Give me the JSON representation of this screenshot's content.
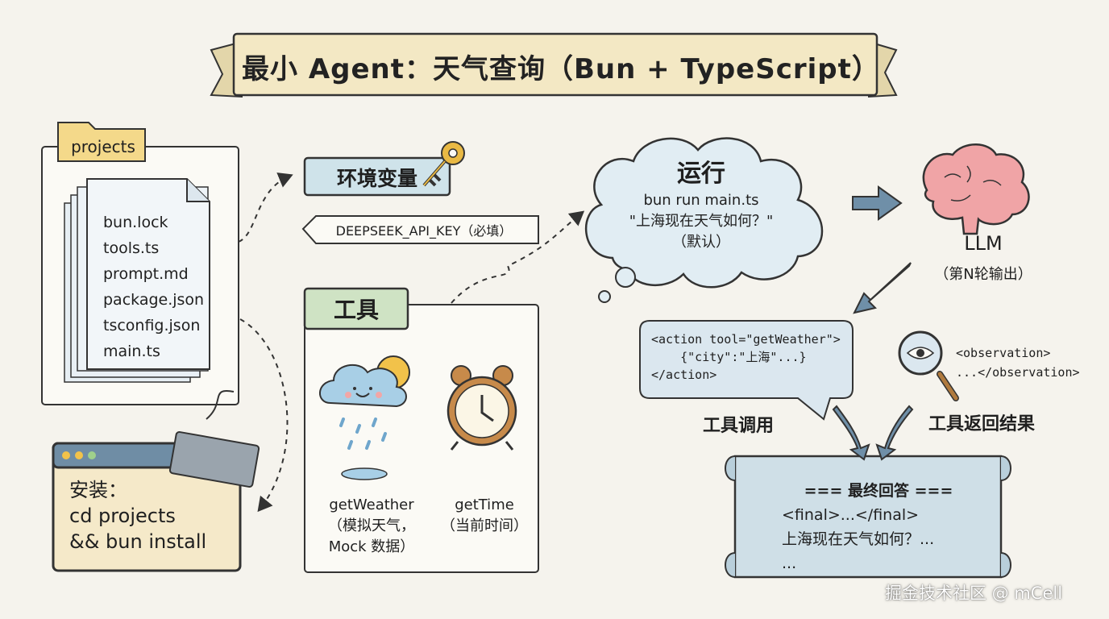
{
  "title": "最小 Agent：天气查询（Bun + TypeScript）",
  "folder": {
    "label": "projects",
    "files": [
      "bun.lock",
      "tools.ts",
      "prompt.md",
      "package.json",
      "tsconfig.json",
      "main.ts"
    ]
  },
  "env": {
    "label": "环境变量",
    "value": "DEEPSEEK_API_KEY（必填）"
  },
  "tools": {
    "label": "工具",
    "weather": [
      "getWeather",
      "（模拟天气，",
      "Mock 数据）"
    ],
    "time": [
      "getTime",
      "（当前时间）"
    ]
  },
  "install": {
    "lines": [
      "安装：",
      "cd projects",
      "&& bun install"
    ]
  },
  "run": {
    "title": "运行",
    "lines": [
      "bun run main.ts",
      "\"上海现在天气如何？\"",
      "（默认）"
    ]
  },
  "llm": {
    "label": "LLM",
    "sub": "（第N轮输出）"
  },
  "action": {
    "lines": [
      "<action tool=\"getWeather\">",
      "    {\"city\":\"上海\"...}",
      "</action>"
    ],
    "caption": "工具调用"
  },
  "observation": {
    "lines": [
      "<observation>",
      "...</observation>"
    ],
    "caption": "工具返回结果"
  },
  "final": {
    "lines": [
      "=== 最终回答 ===",
      "<final>...</final>",
      "上海现在天气如何？...",
      "..."
    ]
  },
  "watermark": "掘金技术社区 @ mCell",
  "colors": {
    "background": "#f5f3ed",
    "banner": "#f3e8c4",
    "env_label": "#cfe3ea",
    "tools_label": "#cfe3c4",
    "folder_tab": "#f4d98a",
    "cloud": "#e1edf3",
    "scroll": "#cfdfe7",
    "arrow": "#6f8fa8"
  }
}
